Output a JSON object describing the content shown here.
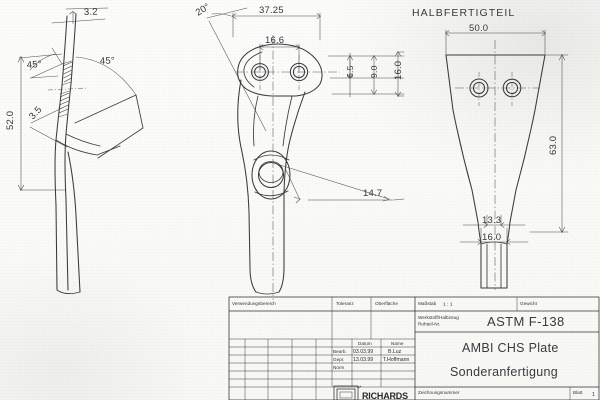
{
  "sheet": {
    "kind": "scanned-engineering-drawing"
  },
  "views": {
    "left": {
      "name": "side-profile-view",
      "dims": {
        "thickness_top": "3.2",
        "angle_inner": "45°",
        "angle_outer": "45°",
        "height": "52.0",
        "thickness_lower": "3.5"
      }
    },
    "middle": {
      "name": "finished-plate-plan-view",
      "dims": {
        "angle": "20°",
        "overall_length": "37.25",
        "hole_spacing": "16.6",
        "offset_a": "6.5",
        "offset_b": "9.0",
        "width": "16.0",
        "hole_note": "14.7"
      }
    },
    "right": {
      "name": "blank-plan-view",
      "title": "HALBFERTIGTEIL",
      "dims": {
        "width_top": "50.0",
        "height": "63.0",
        "width_inner_bottom": "13.3",
        "width_bottom": "16.0"
      }
    }
  },
  "title_block": {
    "headers": {
      "usage": "Verwendungsbereich",
      "tolerance": "Toleranz",
      "surface": "Oberfläche",
      "scale_label": "Maßstab",
      "scale_value": "1 : 1",
      "weight": "Gewicht",
      "material_label_1": "Werkstoff/Halbzeug",
      "material_label_2": "Rohteil-Nr.",
      "date": "Datum",
      "name": "Name",
      "drawing_number": "Zeichnungsnummer",
      "sheet_label": "Blatt",
      "sheet_value": "1"
    },
    "rows": [
      {
        "role": "Bearb.",
        "date": "03.03.99",
        "name": "B.Luz"
      },
      {
        "role": "Gepr.",
        "date": "13.03.99",
        "name": "T.Hoffmann"
      },
      {
        "role": "Norm",
        "date": "",
        "name": ""
      }
    ],
    "material": "ASTM F-138",
    "part_title_line1": "AMBI CHS Plate",
    "part_title_line2": "Sonderanfertigung",
    "company_logo_text": "RICHARDS"
  },
  "colors": {
    "paper": "#fbfbf8",
    "ink": "#3b3b3f",
    "ink_light": "#55555a"
  }
}
